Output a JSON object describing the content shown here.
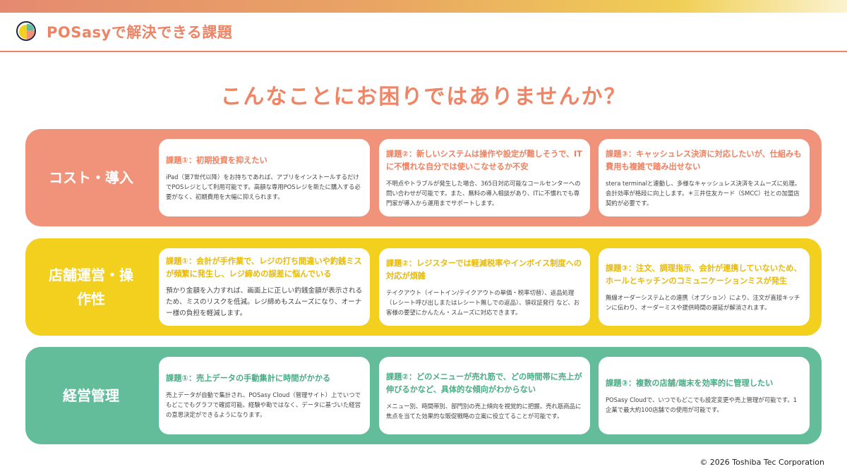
{
  "header": {
    "title": "POSasyで解決できる課題",
    "logo": "POSasy"
  },
  "headline": "こんなことにお困りではありませんか？",
  "rows": [
    {
      "label": "コスト・導入",
      "color": "#f0937a",
      "cards": [
        {
          "title": "課題①：初期投資を抑えたい",
          "body": "iPad（第7世代以降）をお持ちであれば、アプリをインストールするだけでPOSレジとして利用可能です。高額な専用POSレジを新たに購入する必要がなく、初期費用を大幅に抑えられます。"
        },
        {
          "title": "課題②：新しいシステムは操作や設定が難しそうで、ITに不慣れな自分では使いこなせるか不安",
          "body": "不明点やトラブルが発生した場合、365日対応可能なコールセンターへの問い合わせが可能です。また、無料の導入相談があり、ITに不慣れでも専門家が導入から運用までサポートします。"
        },
        {
          "title": "課題③：キャッシュレス決済に対応したいが、仕組みも費用も複雑で踏み出せない",
          "body": "stera terminalと連動し、多様なキャッシュレス決済をスムーズに処理。会計効率が格段に向上します。＊三井住友カード（SMCC）社との加盟店契約が必要です。"
        }
      ]
    },
    {
      "label": "店舗運営・操作性",
      "color": "#f3cf1e",
      "cards": [
        {
          "title": "課題①：会計が手作業で、レジの打ち間違いや釣銭ミスが頻繁に発生し、レジ締めの誤差に悩んでいる",
          "body": "預かり金額を入力すれば、画面上に正しい釣銭金額が表示されるため、ミスのリスクを低減。レジ締めもスムーズになり、オーナー様の負担を軽減します。"
        },
        {
          "title": "課題②：レジスターでは軽減税率やインボイス制度への対応が煩雑",
          "body": "テイクアウト（イートイン/テイクアウトの単価・税率切替）、返品処理（レシート呼び出しまたはレシート無しでの返品）、領収証発行 など、お客様の要望にかんたん・スムーズに対応できます。"
        },
        {
          "title": "課題③：注文、調理指示、会計が連携していないため、ホールとキッチンのコミュニケーションミスが発生",
          "body": "無線オーダーシステムとの連携（オプション）により、注文が直接キッチンに伝わり、オーダーミスや提供時間の遅延が解消されます。"
        }
      ]
    },
    {
      "label": "経営管理",
      "color": "#63bd9b",
      "cards": [
        {
          "title": "課題①：売上データの手動集計に時間がかかる",
          "body": "売上データが自動で集計され、POSasy Cloud（管理サイト）上でいつでもどこでもグラフで確認可能。経験や勘ではなく、データに基づいた経営の意思決定ができるようになります。"
        },
        {
          "title": "課題②：どのメニューが売れ筋で、どの時間帯に売上が伸びるかなど、具体的な傾向がわからない",
          "body": "メニュー別、時間帯別、部門別の売上傾向を視覚的に把握。売れ筋商品に焦点を当てた効果的な販促戦略の立案に役立てることが可能です。"
        },
        {
          "title": "課題③：複数の店舗/端末を効率的に管理したい",
          "body": "POSasy Cloudで、いつでもどこでも設定変更や売上管理が可能です。1企業で最大約100店舗での使用が可能です。"
        }
      ]
    }
  ],
  "footer": "© 2026 Toshiba Tec Corporation"
}
